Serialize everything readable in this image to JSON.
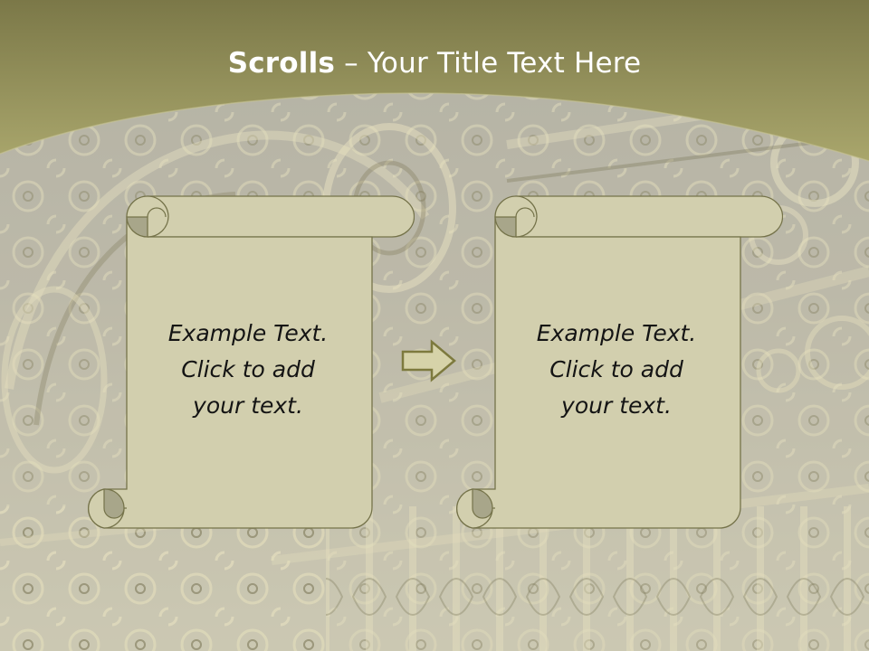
{
  "slide": {
    "title_bold": "Scrolls",
    "title_dash": " – ",
    "title_rest": "Your Title Text Here"
  },
  "scrolls": [
    {
      "lines": [
        "Example  Text.",
        "Click  to add",
        "your text."
      ]
    },
    {
      "lines": [
        "Example  Text.",
        "Click  to add",
        "your text."
      ]
    }
  ],
  "colors": {
    "header_band": "#9b9a66",
    "parchment": "#d2cfae",
    "scroll_outline": "#75734a",
    "curl_shadow": "#a8a68a",
    "arrow_fill": "#d6d3a9",
    "arrow_stroke": "#7d7a3e"
  },
  "icons": {
    "arrow": "right-arrow-icon"
  }
}
